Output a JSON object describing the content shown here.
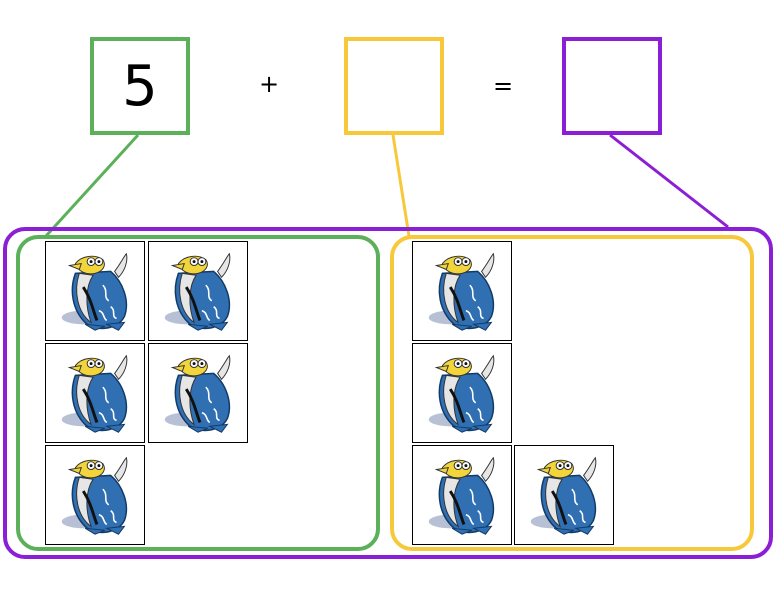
{
  "equation": {
    "addend1": {
      "value": "5",
      "color": "#5cb05a"
    },
    "plus": "+",
    "addend2": {
      "value": "",
      "color": "#f7c93a"
    },
    "equals": "=",
    "sum": {
      "value": "",
      "color": "#8a1fd6"
    }
  },
  "groups": {
    "total": {
      "color": "#8a1fd6"
    },
    "left": {
      "count": 5,
      "color": "#5cb05a",
      "icon": "penguin-icon"
    },
    "right": {
      "count": 4,
      "color": "#f7c93a",
      "icon": "penguin-icon"
    }
  }
}
